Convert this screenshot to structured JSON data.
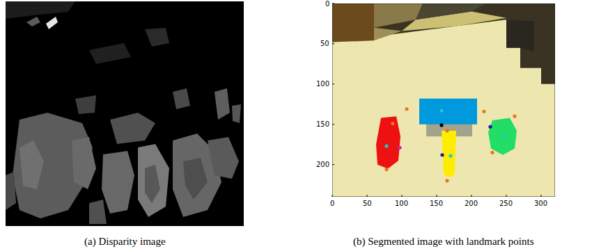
{
  "diagram": {
    "labels": [
      "(a) Disparity image",
      "(b) Segmented image with landmark points",
      "0",
      "50",
      "100",
      "150",
      "200",
      "0",
      "50",
      "100",
      "150",
      "200",
      "250",
      "300"
    ]
  }
}
